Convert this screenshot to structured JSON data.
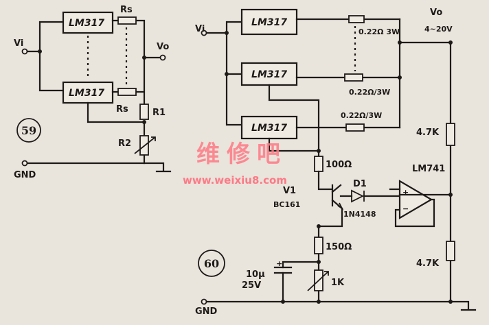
{
  "left_circuit": {
    "regulator_top": "LM317",
    "regulator_bottom": "LM317",
    "rs_top": "Rs",
    "rs_bottom": "Rs",
    "r1": "R1",
    "r2": "R2",
    "vin": "Vi",
    "vout": "Vo",
    "gnd": "GND",
    "figure_number": "59"
  },
  "right_circuit": {
    "regulator_1": "LM317",
    "regulator_2": "LM317",
    "regulator_3": "LM317",
    "res_1": "0.22Ω 3W",
    "res_2": "0.22Ω/3W",
    "res_3": "0.22Ω/3W",
    "vin": "Vi",
    "vout": "Vo",
    "vout_range": "4~20V",
    "r_upper": "4.7K",
    "r_lower": "4.7K",
    "r_100": "100Ω",
    "r_150": "150Ω",
    "opamp": "LM741",
    "transistor": "V1",
    "transistor_part": "BC161",
    "diode": "D1",
    "diode_part": "1N4148",
    "cap_value": "10μ",
    "cap_voltage": "25V",
    "pot": "1K",
    "gnd": "GND",
    "figure_number": "60"
  },
  "watermark": {
    "title": "维修吧",
    "url": "www.weixiu8.com"
  }
}
